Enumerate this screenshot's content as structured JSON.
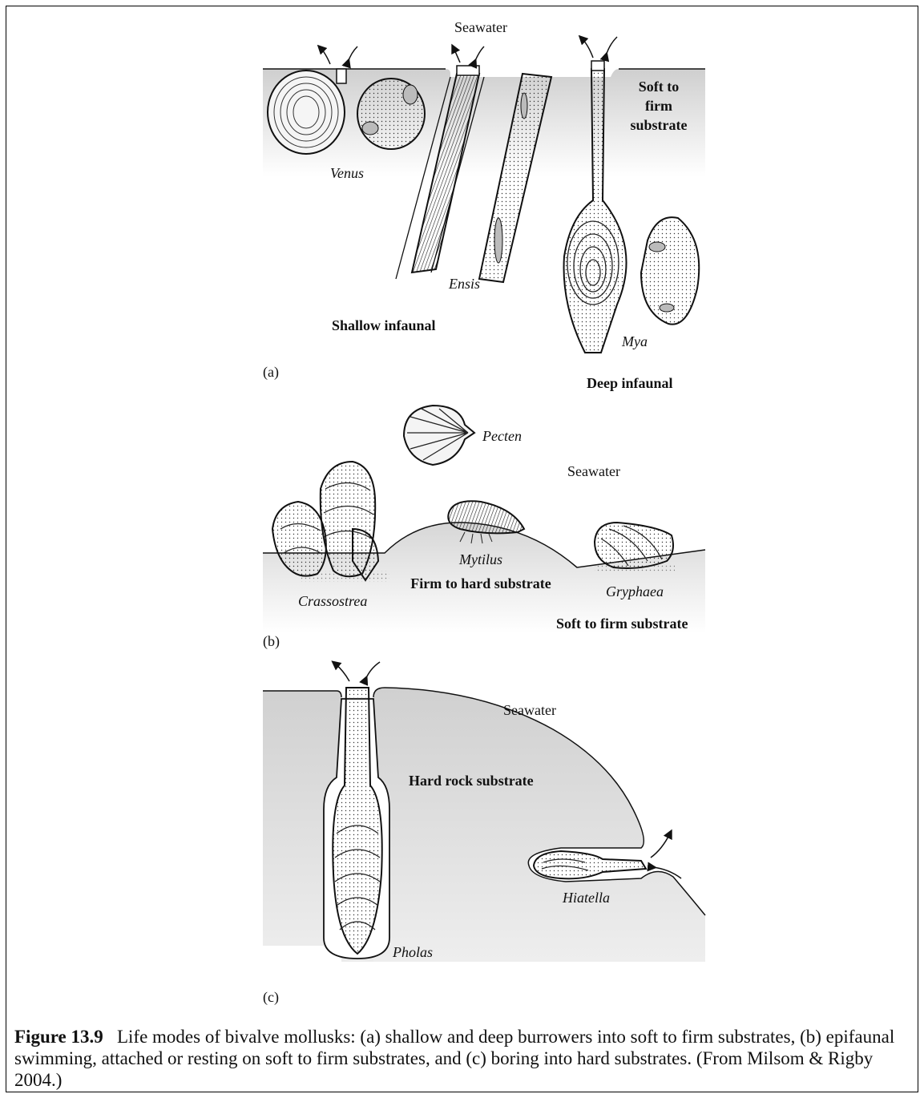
{
  "panel_a": {
    "seawater": "Seawater",
    "substrate": [
      "Soft to",
      "firm",
      "substrate"
    ],
    "venus": "Venus",
    "ensis": "Ensis",
    "mya": "Mya",
    "shallow": "Shallow infaunal",
    "deep": "Deep infaunal",
    "panel_label": "(a)"
  },
  "panel_b": {
    "pecten": "Pecten",
    "seawater": "Seawater",
    "mytilus": "Mytilus",
    "crassostrea": "Crassostrea",
    "firm_hard": "Firm to hard substrate",
    "gryphaea": "Gryphaea",
    "soft_firm": "Soft to firm substrate",
    "panel_label": "(b)"
  },
  "panel_c": {
    "seawater": "Seawater",
    "hard_rock": "Hard rock substrate",
    "hiatella": "Hiatella",
    "pholas": "Pholas",
    "panel_label": "(c)"
  },
  "caption": {
    "number": "Figure 13.9",
    "text": "Life modes of bivalve mollusks: (a) shallow and deep burrowers into soft to firm substrates, (b) epifaunal swimming, attached or resting on soft to firm substrates, and (c) boring into hard substrates. (From Milsom & Rigby 2004.)"
  },
  "colors": {
    "substrate_gray": "#d3d3d3",
    "line": "#111111"
  }
}
